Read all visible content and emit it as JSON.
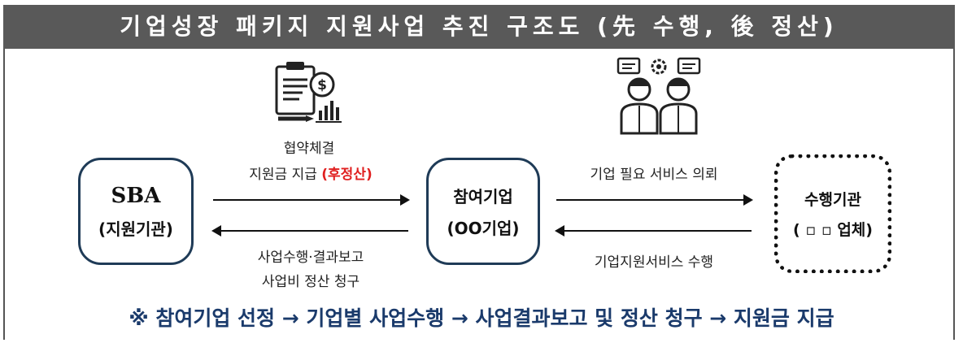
{
  "title": "기업성장 패키지 지원사업 추진 구조도 (先 수행, 後 정산)",
  "nodes": {
    "sba": {
      "line1": "SBA",
      "line2": "(지원기관)"
    },
    "company": {
      "line1": "참여기업",
      "line2": "(OO기업)"
    },
    "agency": {
      "line1": "수행기관",
      "line2": "( ▫ ▫ 업체)"
    }
  },
  "left_flow": {
    "top_line1": "협약체결",
    "top_line2_plain": "지원금 지급 ",
    "top_line2_red": "(후정산)",
    "bottom_line1": "사업수행·결과보고",
    "bottom_line2": "사업비 정산 청구"
  },
  "right_flow": {
    "top": "기업 필요 서비스 의뢰",
    "bottom": "기업지원서비스 수행"
  },
  "icons": {
    "left": "contract-money-icon",
    "right": "consulting-people-icon"
  },
  "footer": "※ 참여기업 선정 → 기업별 사업수행 → 사업결과보고 및 정산 청구 → 지원금 지급",
  "colors": {
    "title_bg": "#595959",
    "box_border": "#1f3b57",
    "accent_red": "#e02020",
    "footer_text": "#1a3a6b"
  }
}
